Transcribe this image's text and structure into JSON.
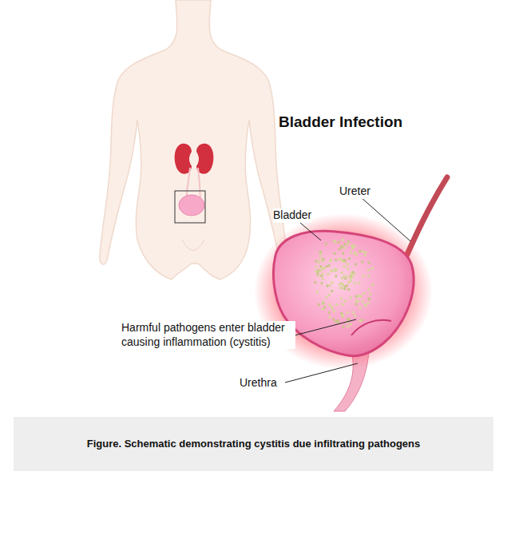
{
  "diagram": {
    "title": "Bladder Infection",
    "caption": "Figure. Schematic demonstrating cystitis due infiltrating pathogens",
    "labels": [
      "Ureter",
      "Bladder",
      "Harmful pathogens enter bladder causing inflammation (cystitis)",
      "Urethra"
    ]
  }
}
